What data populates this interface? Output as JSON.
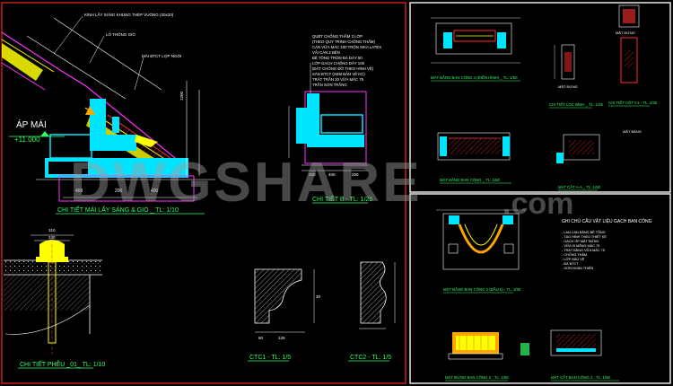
{
  "watermark": "DWGSHARE",
  "watermark_suffix": ".com",
  "panel_left": {
    "roof": {
      "title": "CHI TIẾT MÁI LẤY SÁNG & GIÓ _ TL: 1/10",
      "label_ap_mai": "ÁP MÁI",
      "level": "+11.000",
      "note_top": "KÍNH LẤY SÁNG KHUNG THÉP VUÔNG (20x20)",
      "note_lo": "LỖ THÔNG GIÓ",
      "note_mai": "MÁI BTCT LỢP NGÓI",
      "dims_bottom": [
        "400",
        "200",
        "400"
      ],
      "dim_right": "1200"
    },
    "detail_b": {
      "title": "CHI TIẾT B - TL: 1/25",
      "notes": [
        "QUÉT CHỐNG THẤM 3 LỚP",
        "(THEO QUY TRÌNH CHỐNG THẤM)",
        "CÁN VỮA MÁC 100 TRỘN SIKA LATEX",
        "VẢI CÁN 2 BÊN",
        "BÊ TÔNG TRÒN ĐÁ DÀY 50",
        "LỚP GẠCH CHỐNG DÀY 100",
        "(ĐẶT CHỐNG ĐỠ THEO HÌNH VẼ)",
        "SÀN BTCT (XEM BẢN VẼ KC)",
        "TRÁT TRẦN 20 VỮA MÁC 75",
        "TRẦN SƠN TRẮNG"
      ],
      "dims_bottom": [
        "200",
        "400",
        "200"
      ]
    },
    "funnel": {
      "title": "CHI TIẾT PHỄU _01_ TL: 1/10",
      "dim_top": "310",
      "dim_top2": "240"
    },
    "ctc1": {
      "title": "CTC1 - TL: 1/5",
      "dims": [
        "50",
        "125",
        "30"
      ]
    },
    "ctc2": {
      "title": "CTC2 - TL: 1/5"
    }
  },
  "panel_right_top": {
    "titles": [
      "MẶT BẰNG BAN CÔNG 4 (ĐIỂN HÌNH) _ TL: 1/50",
      "MẶT ĐỨNG",
      "CHI TIẾT CỘT C1 - TL: 1/25",
      "MẶT ĐỨNG",
      "CHI TIẾT LỌC ĐÌNH _ TL: 1/25",
      "MẶT BẰNG BAN CÔNG _ TL: 1/50",
      "MẶT CẮT A-A _ TL: 1/50",
      "MẶT BẰNG"
    ]
  },
  "panel_right_bottom": {
    "note_title": "GHI CHÚ CẤU VẬT LIỆU GẠCH BAN CÔNG",
    "note_lines": [
      "- LAN CAN BẰNG BÊ TÔNG",
      "- TẠO HÌNH THEO THIẾT KẾ",
      "- GẠCH ỐP MẶT ĐỨNG",
      "- VỮA XI MĂNG MÁC 75",
      "- TRÁT BẰNG VỮA MÁC 75",
      "- CHỐNG THẤM",
      "- LỚP BẢO VỆ",
      "- ĐÀ BTCT",
      "- SƠN HOÀN THIỆN"
    ],
    "titles": [
      "MẶT BẰNG BAN CÔNG 2 (ĐẦU 5) - TL: 1/50",
      "MẶT ĐỨNG BAN CÔNG 2 - TL: 1/50",
      "MẶT CẮT BAN CÔNG 2 - TL: 1/50"
    ]
  },
  "colors": {
    "cyan": "#00e5ff",
    "yellow": "#ffff00",
    "red": "#ff3030",
    "magenta": "#ff33ff",
    "green": "#33ff66",
    "white": "#ffffff",
    "orange": "#ffa500",
    "border_red": "#c81e1e",
    "border_white": "#e8e8e8"
  }
}
